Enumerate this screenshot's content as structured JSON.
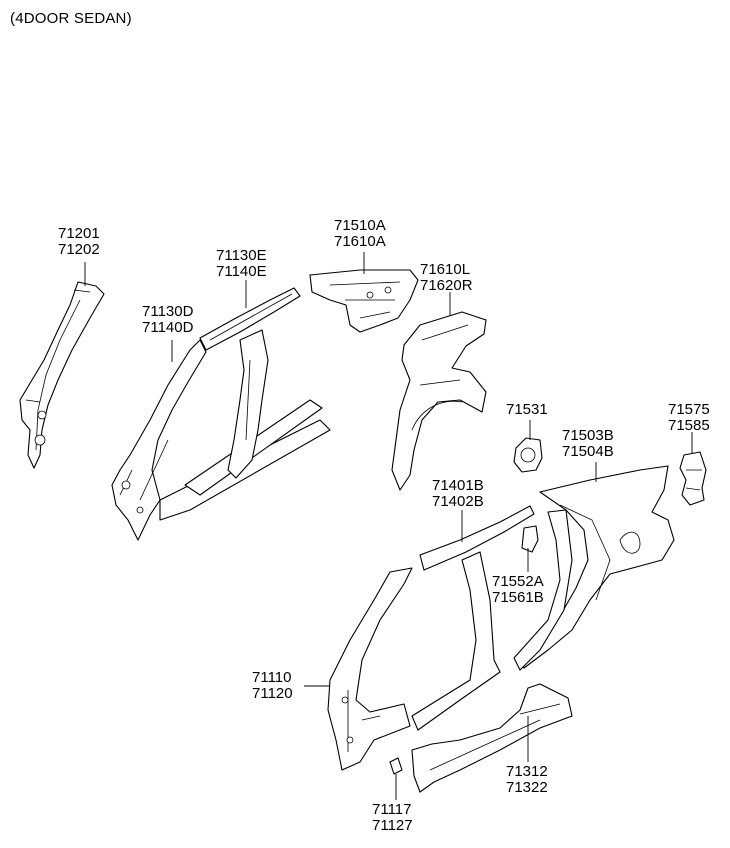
{
  "caption": "(4DOOR SEDAN)",
  "labels": [
    {
      "id": "a-pillar-inner",
      "codes": [
        "71201",
        "71202"
      ]
    },
    {
      "id": "roof-rail",
      "codes": [
        "71130E",
        "71140E"
      ]
    },
    {
      "id": "front-pillar",
      "codes": [
        "71130D",
        "71140D"
      ]
    },
    {
      "id": "rear-panel-upper",
      "codes": [
        "71510A",
        "71610A"
      ]
    },
    {
      "id": "wheel-house",
      "codes": [
        "71610L",
        "71620R"
      ]
    },
    {
      "id": "fuel-lid",
      "codes": [
        "71531"
      ]
    },
    {
      "id": "quarter-outer",
      "codes": [
        "71503B",
        "71504B"
      ]
    },
    {
      "id": "tail-extension",
      "codes": [
        "71575",
        "71585"
      ]
    },
    {
      "id": "roof-rail-outer",
      "codes": [
        "71401B",
        "71402B"
      ]
    },
    {
      "id": "bracket",
      "codes": [
        "71552A",
        "71561B"
      ]
    },
    {
      "id": "side-outer",
      "codes": [
        "71110",
        "71120"
      ]
    },
    {
      "id": "sill-outer",
      "codes": [
        "71312",
        "71322"
      ]
    },
    {
      "id": "clip",
      "codes": [
        "71117",
        "71127"
      ]
    }
  ]
}
